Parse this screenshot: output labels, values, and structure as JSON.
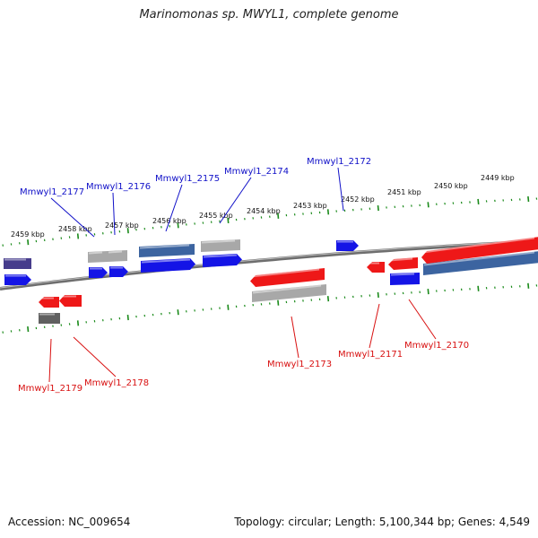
{
  "title": "Marinomonas sp. MWYL1, complete genome",
  "footer": {
    "accession": "Accession: NC_009654",
    "summary": "Topology: circular; Length: 5,100,344 bp; Genes: 4,549"
  },
  "colors": {
    "backbone": "#808080",
    "ticks": "#1a8a1a",
    "forward_label": "#1010c8",
    "reverse_label": "#d81010",
    "cds_forward": "#1414e6",
    "cds_reverse": "#ee1818",
    "cds_forward_dark": "#3c64a0",
    "cds_reverse_dark": "#c81414",
    "gray": "#a8a8a8",
    "dark_gray": "#606060",
    "purple": "#463c8c"
  },
  "scale_labels": [
    "2459 kbp",
    "2458 kbp",
    "2457 kbp",
    "2456 kbp",
    "2455 kbp",
    "2454 kbp",
    "2453 kbp",
    "2452 kbp",
    "2451 kbp",
    "2450 kbp",
    "2449 kbp"
  ],
  "forward_genes": [
    "Mmwyl1_2177",
    "Mmwyl1_2176",
    "Mmwyl1_2175",
    "Mmwyl1_2174",
    "Mmwyl1_2172"
  ],
  "reverse_genes": [
    "Mmwyl1_2179",
    "Mmwyl1_2178",
    "Mmwyl1_2173",
    "Mmwyl1_2171",
    "Mmwyl1_2170"
  ]
}
